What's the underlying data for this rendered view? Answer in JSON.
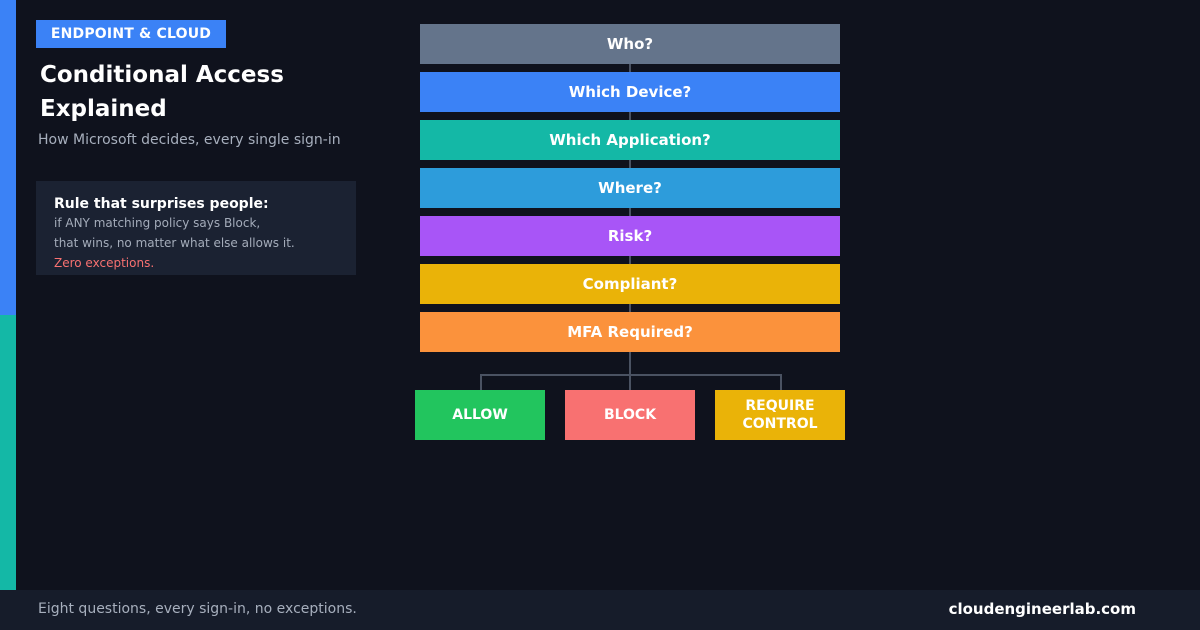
{
  "tag": "ENDPOINT & CLOUD",
  "title_line1": "Conditional Access",
  "title_line2": "Explained",
  "subtitle": "How Microsoft decides, every single sign-in",
  "note": {
    "heading": "Rule that surprises people:",
    "line1": "if ANY matching policy says Block,",
    "line2": "that wins, no matter what else allows it.",
    "emphasis": "Zero exceptions."
  },
  "steps": [
    {
      "label": "Who?",
      "color": "#64748b"
    },
    {
      "label": "Which Device?",
      "color": "#3b82f6"
    },
    {
      "label": "Which Application?",
      "color": "#14b8a6"
    },
    {
      "label": "Where?",
      "color": "#2d9cdb"
    },
    {
      "label": "Risk?",
      "color": "#a855f7"
    },
    {
      "label": "Compliant?",
      "color": "#eab308"
    },
    {
      "label": "MFA Required?",
      "color": "#fb923c"
    }
  ],
  "outcomes": [
    {
      "label": "ALLOW",
      "color": "#22c55e"
    },
    {
      "label": "BLOCK",
      "color": "#f87171"
    },
    {
      "label_line1": "REQUIRE",
      "label_line2": "CONTROL",
      "color": "#eab308"
    }
  ],
  "footer": {
    "text": "Eight questions, every sign-in, no exceptions.",
    "brand": "cloudengineerlab.com"
  },
  "colors": {
    "background": "#0f121d",
    "accent_blue": "#3b82f6",
    "accent_teal": "#14b8a6",
    "card": "#1b2232",
    "connector": "#4a5262"
  }
}
